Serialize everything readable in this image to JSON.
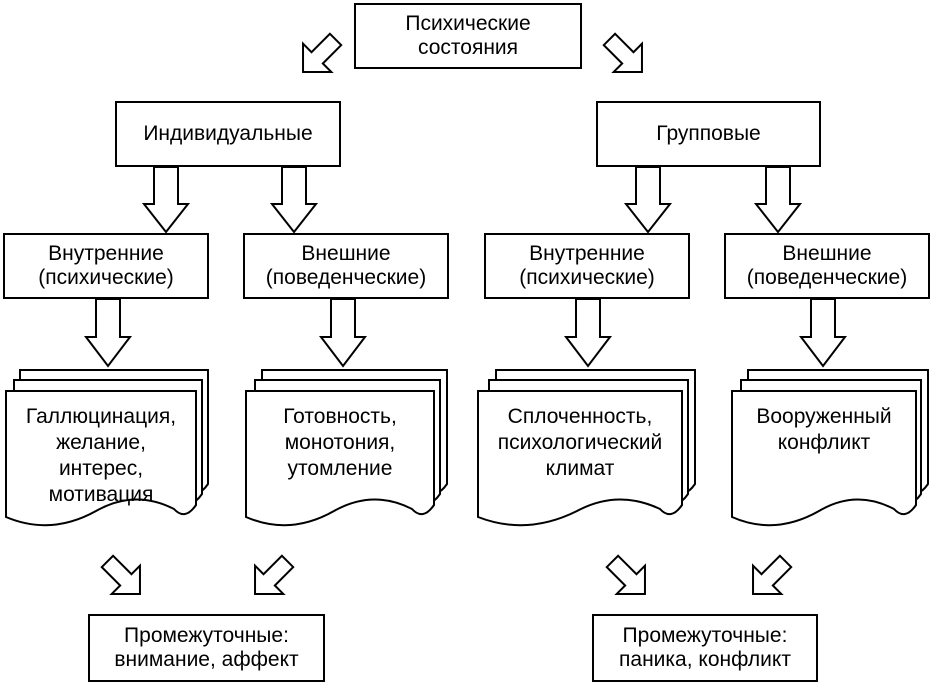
{
  "root": {
    "label": "Психические\nсостояния"
  },
  "level1": {
    "individual": "Индивидуальные",
    "group": "Групповые"
  },
  "level2": {
    "ind_internal": "Внутренние\n(психические)",
    "ind_external": "Внешние\n(поведенческие)",
    "grp_internal": "Внутренние\n(психические)",
    "grp_external": "Внешние\n(поведенческие)"
  },
  "documents": {
    "ind_internal": "Галлюцинация,\nжелание,\nинтерес,\nмотивация",
    "ind_external": "Готовность,\nмонотония,\nутомление",
    "grp_internal": "Сплоченность,\nпсихологический\nклимат",
    "grp_external": "Вооруженный\nконфликт"
  },
  "intermediate": {
    "individual": "Промежуточные:\nвнимание, аффект",
    "group": "Промежуточные:\nпаника, конфликт"
  }
}
